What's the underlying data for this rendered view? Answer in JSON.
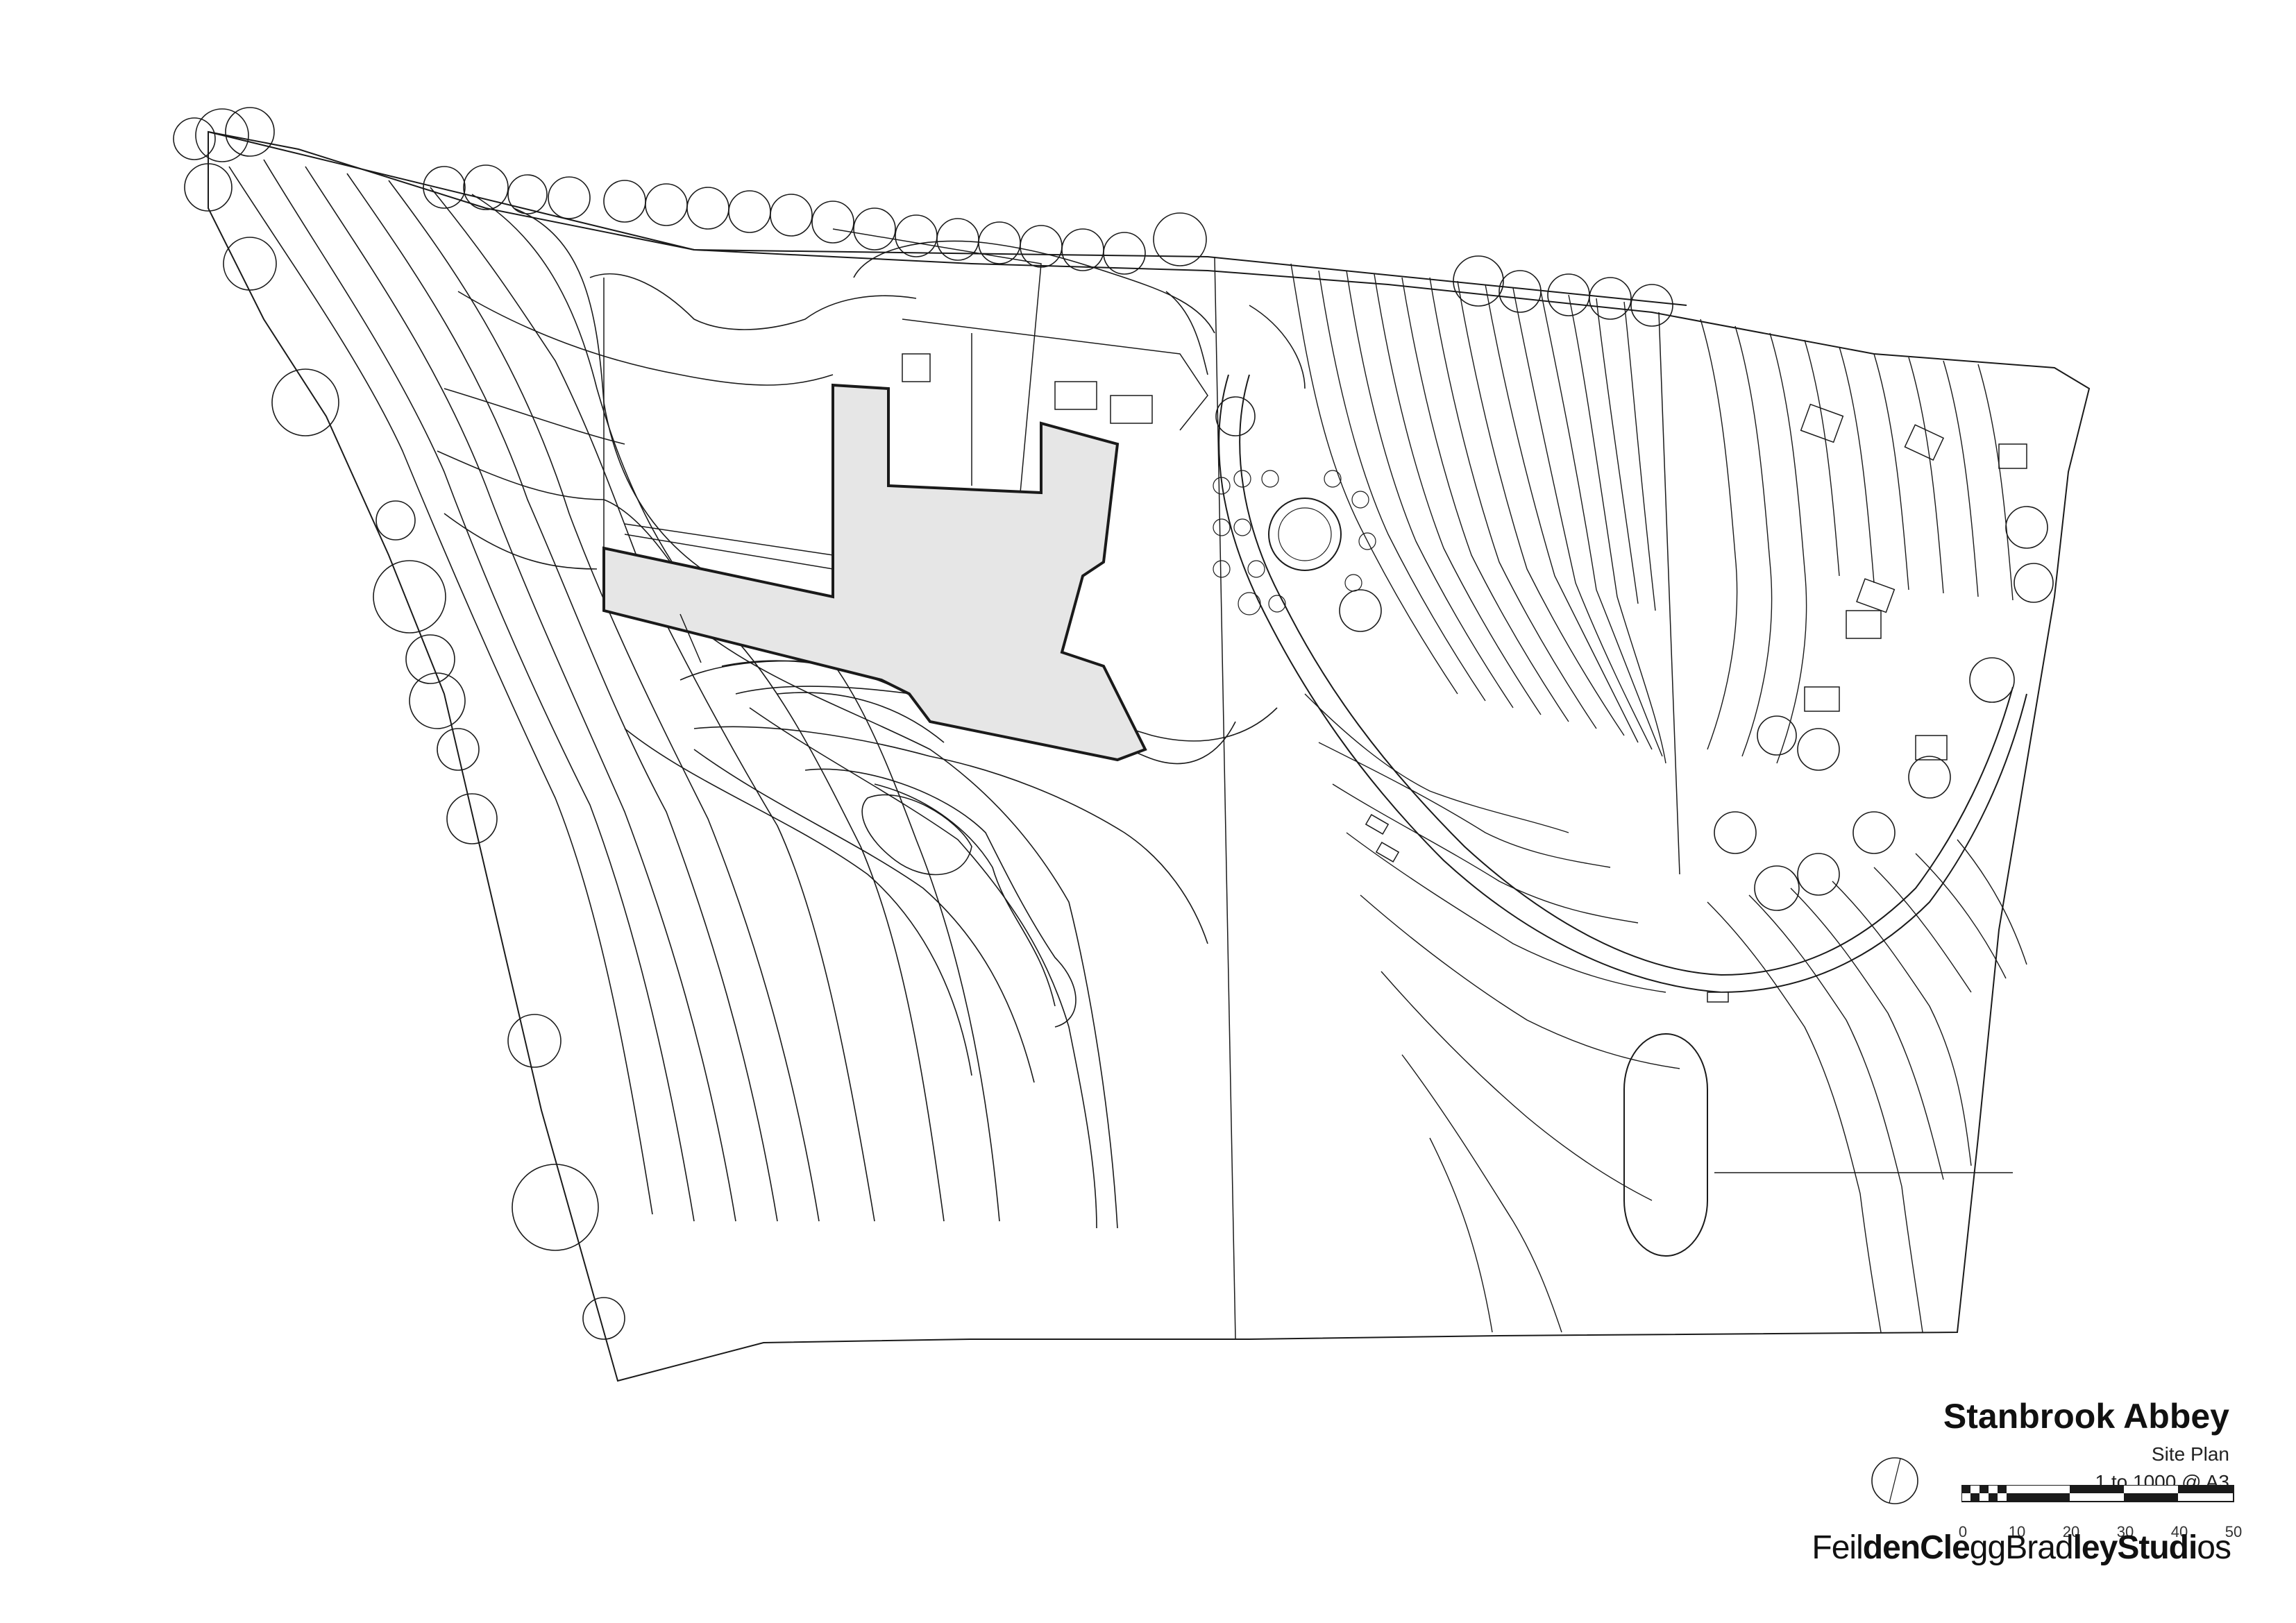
{
  "title_block": {
    "project": "Stanbrook Abbey",
    "drawing": "Site Plan",
    "scale": "1 to 1000 @ A3",
    "scale_ticks": [
      "0",
      "10",
      "20",
      "30",
      "40",
      "50"
    ],
    "north_icon": "north-arrow-icon",
    "logo": {
      "part1": "Feil",
      "part2": "den",
      "part3": "Cle",
      "part4": "gg",
      "part5": "Brad",
      "part6": "ley",
      "part7": "Studi",
      "part8": "os"
    }
  },
  "colors": {
    "building_fill": "#e6e6e6",
    "line": "#1a1a1a"
  }
}
